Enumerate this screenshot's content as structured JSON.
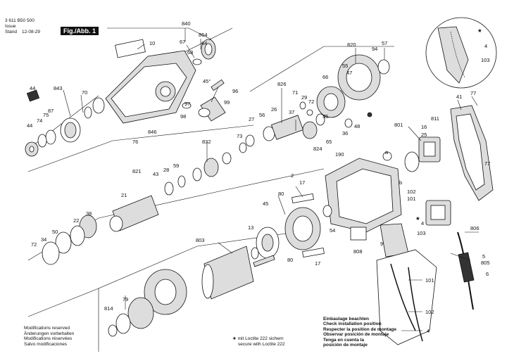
{
  "header": {
    "part_number": "3 611 B50 500",
    "issue_label": "Issue",
    "stand_label": "Stand",
    "date": "12-08-29",
    "figure": "Fig./Abb. 1"
  },
  "notes": {
    "modifications": [
      "Modifications reserved",
      "Änderungen vorbehalten",
      "Modifications réservées",
      "Salvo modificaciones"
    ],
    "loctite": [
      "mit Loctite 222 sichern",
      "secure with Loctite 222"
    ],
    "install": [
      "Einbaulage beachten",
      "Check installation position",
      "Respecter la position de montage",
      "Observar posición de montaje",
      "Tenga en cuenta la",
      "posición de montaje"
    ]
  },
  "labels": {
    "l840": "840",
    "l10": "10",
    "l864": "864",
    "l67": "67",
    "l68": "68",
    "l64": "64",
    "l45deg": "45°",
    "l96": "96",
    "l99": "99",
    "l97": "97",
    "l98": "98",
    "l846": "846",
    "l76": "76",
    "l44a": "44",
    "l843": "843",
    "l70": "70",
    "l74": "74",
    "l75": "75",
    "l87": "87",
    "l44b": "44",
    "l820": "820",
    "l94": "94",
    "l57": "57",
    "l66": "66",
    "l55": "55",
    "l47": "47",
    "l826": "826",
    "l71": "71",
    "l29": "29",
    "l72a": "72",
    "l27": "27",
    "l56": "56",
    "l26": "26",
    "l37": "37",
    "l35": "35",
    "l36": "36",
    "l65": "65",
    "l824": "824",
    "l48": "48",
    "l832": "832",
    "l73": "73",
    "l821": "821",
    "l43": "43",
    "l28": "28",
    "l59": "59",
    "l21": "21",
    "l38": "38",
    "l22": "22",
    "l50": "50",
    "l34": "34",
    "l72b": "72",
    "l190": "190",
    "l2": "2",
    "l17a": "17",
    "l80a": "80",
    "l45": "45",
    "l54": "54",
    "l808": "808",
    "l9": "9",
    "l13": "13",
    "l803": "803",
    "l80b": "80",
    "l17b": "17",
    "l814": "814",
    "l79": "79",
    "l4a": "4",
    "l103a": "103",
    "l41": "41",
    "l77a": "77",
    "l811": "811",
    "l801": "801",
    "l16": "16",
    "l25": "25",
    "l77b": "77",
    "l102": "102",
    "l101": "101",
    "l4b": "4",
    "l103b": "103",
    "l806": "806",
    "l5": "5",
    "l805": "805",
    "l6": "6",
    "l101b": "101",
    "l102b": "102",
    "l4c": "4",
    "star1": "★",
    "star2": "★",
    "star3": "★",
    "ca": "a",
    "cb": "b"
  }
}
